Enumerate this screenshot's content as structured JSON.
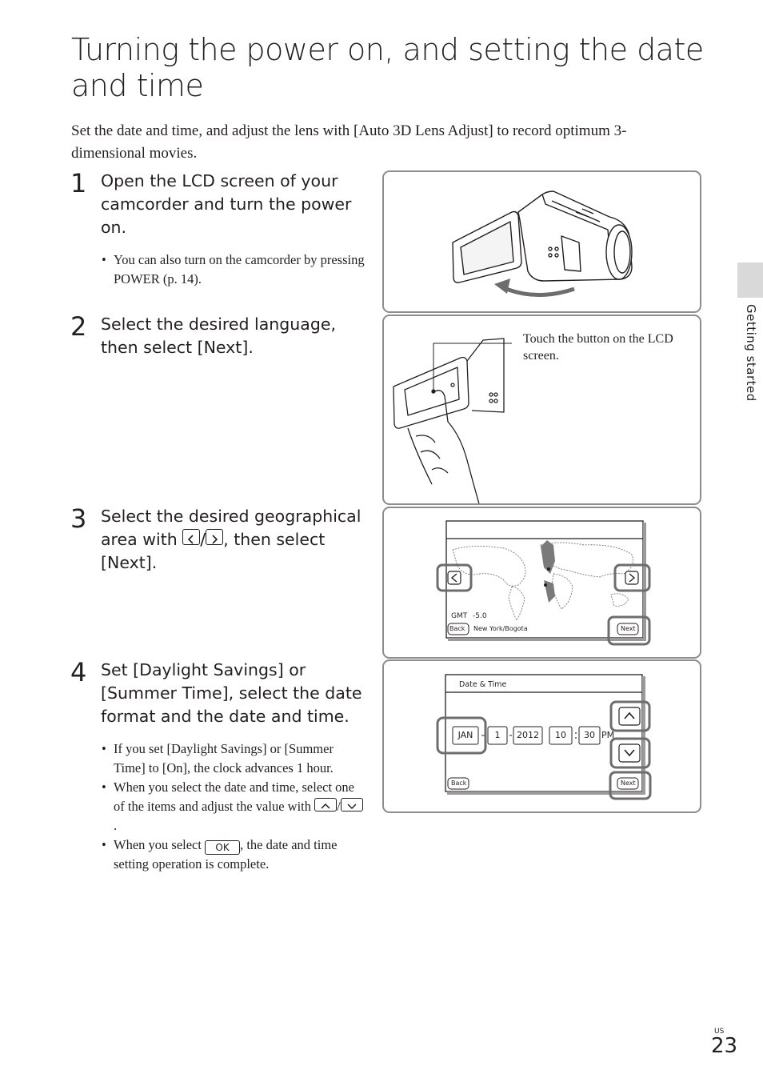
{
  "title": "Turning the power on, and setting the date and time",
  "intro": "Set the date and time, and adjust the lens with [Auto 3D Lens Adjust] to record optimum 3-dimensional movies.",
  "steps": [
    {
      "number": "1",
      "text": "Open the LCD screen of your camcorder and turn the power on.",
      "bullets": [
        "You can also turn on the camcorder by pressing POWER (p. 14)."
      ]
    },
    {
      "number": "2",
      "text": "Select the desired language, then select [Next].",
      "note": "Touch the button on the LCD screen."
    },
    {
      "number": "3",
      "text_before": "Select the desired geographical area with",
      "text_sep": "/",
      "text_after": ", then select [Next]."
    },
    {
      "number": "4",
      "text": "Set [Daylight Savings] or [Summer Time], select the date format and the date and time.",
      "bullets": [
        "If you set [Daylight Savings] or [Summer Time] to [On], the clock advances 1 hour.",
        "When you select the date and time, select one of the items and adjust the value with",
        "When you select",
        "the date and time setting operation is complete."
      ],
      "bullet2_sep": "/",
      "bullet2_end": ".",
      "ok_label": "OK"
    }
  ],
  "screen3": {
    "gmt_label": "GMT",
    "gmt_value": "-5.0",
    "back": "Back",
    "city": "New York/Bogota",
    "next": "Next"
  },
  "screen4": {
    "header": "Date & Time",
    "month": "JAN",
    "day": "1",
    "year": "2012",
    "hour": "10",
    "minute": "30",
    "ampm": "PM",
    "back": "Back",
    "next": "Next"
  },
  "side_label": "Getting started",
  "page_region": "US",
  "page_number": "23"
}
